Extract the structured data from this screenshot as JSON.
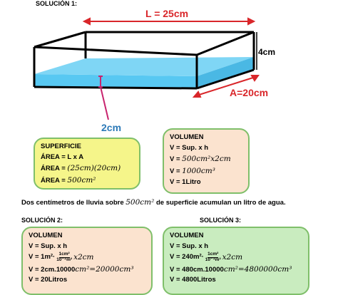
{
  "solucion1_label": "SOLUCIÓN 1:",
  "diagram": {
    "length_label": "L = 25cm",
    "height_label": "4cm",
    "width_label": "A=20cm",
    "rain_label": "2cm"
  },
  "superficie": {
    "title": "SUPERFICIE",
    "l1": "ÁREA = L x A",
    "l2_a": "ÁREA = ",
    "l2_b": "(25cm)(20cm)",
    "l3_a": "ÁREA = ",
    "l3_b": "500cm²"
  },
  "volumen1": {
    "title": "VOLUMEN",
    "l1": "V = Sup. x h",
    "l2_a": "V = ",
    "l2_b": "500cm²x2cm",
    "l3_a": "V = ",
    "l3_b": "1000cm³",
    "l4": "V = 1Litro"
  },
  "statement": {
    "a": "Dos centímetros de lluvia sobre ",
    "b": "500cm²",
    "c": " de superficie acumulan un litro de agua."
  },
  "solucion2_label": "SOLUCIÓN 2:",
  "solucion3_label": "SOLUCIÓN 3:",
  "volumen2": {
    "title": "VOLUMEN",
    "l1": "V = Sup. x h",
    "l2_a": "V = 1m²·",
    "l2_num": "1cm²",
    "l2_den": "10⁻⁴m²",
    "l2_b": "x2cm",
    "l3_a": "V = 2cm.10000",
    "l3_b": "cm²=20000cm³",
    "l4": "V = 20Litros"
  },
  "volumen3": {
    "title": "VOLUMEN",
    "l1": "V = Sup. x h",
    "l2_a": "V = 240m²·",
    "l2_num": "1cm²",
    "l2_den": "10⁻⁴m²",
    "l2_b": "x2cm",
    "l3_a": "V = 480cm.10000",
    "l3_b": "cm²=4800000cm³",
    "l4": "V = 4800Litros"
  },
  "colors": {
    "water": "#58c8f2",
    "arrow_red": "#d9262a",
    "pointer_magenta": "#c8246e",
    "box_yellow": "#f5f58a",
    "box_peach": "#fbe3cf",
    "box_green": "#c9ecbf"
  }
}
